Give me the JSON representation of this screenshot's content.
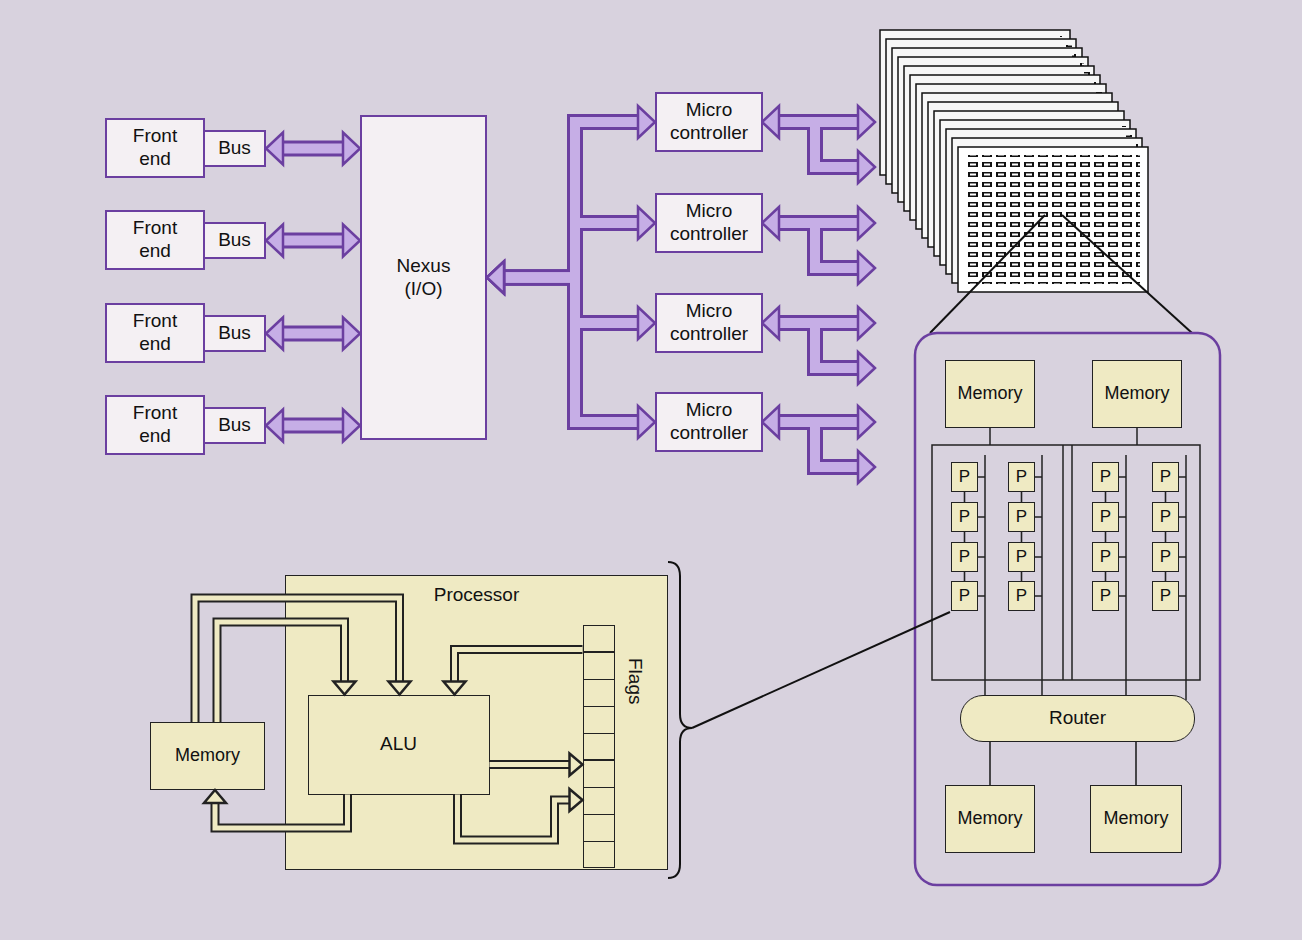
{
  "diagram": {
    "nodes": [
      {
        "text": [
          "Front end"
        ]
      },
      {
        "text": [
          "Bus"
        ]
      },
      {
        "text": [
          "Front end"
        ]
      },
      {
        "text": [
          "Bus"
        ]
      },
      {
        "text": [
          "Front end"
        ]
      },
      {
        "text": [
          "Bus"
        ]
      },
      {
        "text": [
          "Front end"
        ]
      },
      {
        "text": [
          "Bus"
        ]
      },
      {
        "text": [
          "Nexus (I/O)"
        ]
      },
      {
        "text": [
          "Micro controller"
        ]
      },
      {
        "text": [
          "Micro controller"
        ]
      },
      {
        "text": [
          "Micro controller"
        ]
      },
      {
        "text": [
          "Micro controller"
        ]
      },
      {
        "text": [
          "Memory"
        ]
      },
      {
        "text": [
          "Memory"
        ]
      },
      {
        "text": [
          "P"
        ]
      },
      {
        "text": [
          "P"
        ]
      },
      {
        "text": [
          "P"
        ]
      },
      {
        "text": [
          "P"
        ]
      },
      {
        "text": [
          "P"
        ]
      },
      {
        "text": [
          "P"
        ]
      },
      {
        "text": [
          "P"
        ]
      },
      {
        "text": [
          "P"
        ]
      },
      {
        "text": [
          "P"
        ]
      },
      {
        "text": [
          "P"
        ]
      },
      {
        "text": [
          "P"
        ]
      },
      {
        "text": [
          "P"
        ]
      },
      {
        "text": [
          "P"
        ]
      },
      {
        "text": [
          "P"
        ]
      },
      {
        "text": [
          "P"
        ]
      },
      {
        "text": [
          "P"
        ]
      },
      {
        "text": [
          "Router"
        ]
      },
      {
        "text": [
          "Memory"
        ]
      },
      {
        "text": [
          "Memory"
        ]
      },
      {
        "text": [
          "Processor"
        ]
      },
      {
        "text": [
          "ALU"
        ],
        "in": 34
      },
      {
        "text": [
          "Flags"
        ],
        "in": 34
      },
      {
        "text": [
          "Memory"
        ]
      }
    ],
    "edges": [
      {
        "from": 1,
        "to": 8,
        "arrow": "both"
      },
      {
        "from": 3,
        "to": 8,
        "arrow": "both"
      },
      {
        "from": 5,
        "to": 8,
        "arrow": "both"
      },
      {
        "from": 7,
        "to": 8,
        "arrow": "both"
      },
      {
        "from": 8,
        "to": 9,
        "arrow": "both"
      },
      {
        "from": 8,
        "to": 10,
        "arrow": "both"
      },
      {
        "from": 8,
        "to": 11,
        "arrow": "both"
      },
      {
        "from": 8,
        "to": 12,
        "arrow": "both"
      },
      {
        "from": 15,
        "to": 19,
        "arrow": "none"
      },
      {
        "from": 16,
        "to": 20,
        "arrow": "none"
      },
      {
        "from": 17,
        "to": 21,
        "arrow": "none"
      },
      {
        "from": 18,
        "to": 22,
        "arrow": "none"
      },
      {
        "from": 19,
        "to": 23,
        "arrow": "none"
      },
      {
        "from": 20,
        "to": 24,
        "arrow": "none"
      },
      {
        "from": 21,
        "to": 25,
        "arrow": "none"
      },
      {
        "from": 22,
        "to": 26,
        "arrow": "none"
      },
      {
        "from": 23,
        "to": 27,
        "arrow": "none"
      },
      {
        "from": 24,
        "to": 28,
        "arrow": "none"
      },
      {
        "from": 25,
        "to": 29,
        "arrow": "none"
      },
      {
        "from": 26,
        "to": 30,
        "arrow": "none"
      },
      {
        "from": 31,
        "to": 32,
        "arrow": "none"
      },
      {
        "from": 31,
        "to": 33,
        "arrow": "none"
      },
      {
        "from": 37,
        "to": 35,
        "arrow": "to"
      },
      {
        "from": 37,
        "to": 35,
        "arrow": "to"
      },
      {
        "from": 36,
        "to": 35,
        "arrow": "to"
      },
      {
        "from": 35,
        "to": 36,
        "arrow": "to"
      },
      {
        "from": 35,
        "to": 37,
        "arrow": "to"
      },
      {
        "from": 35,
        "to": 36,
        "arrow": "to"
      }
    ]
  }
}
